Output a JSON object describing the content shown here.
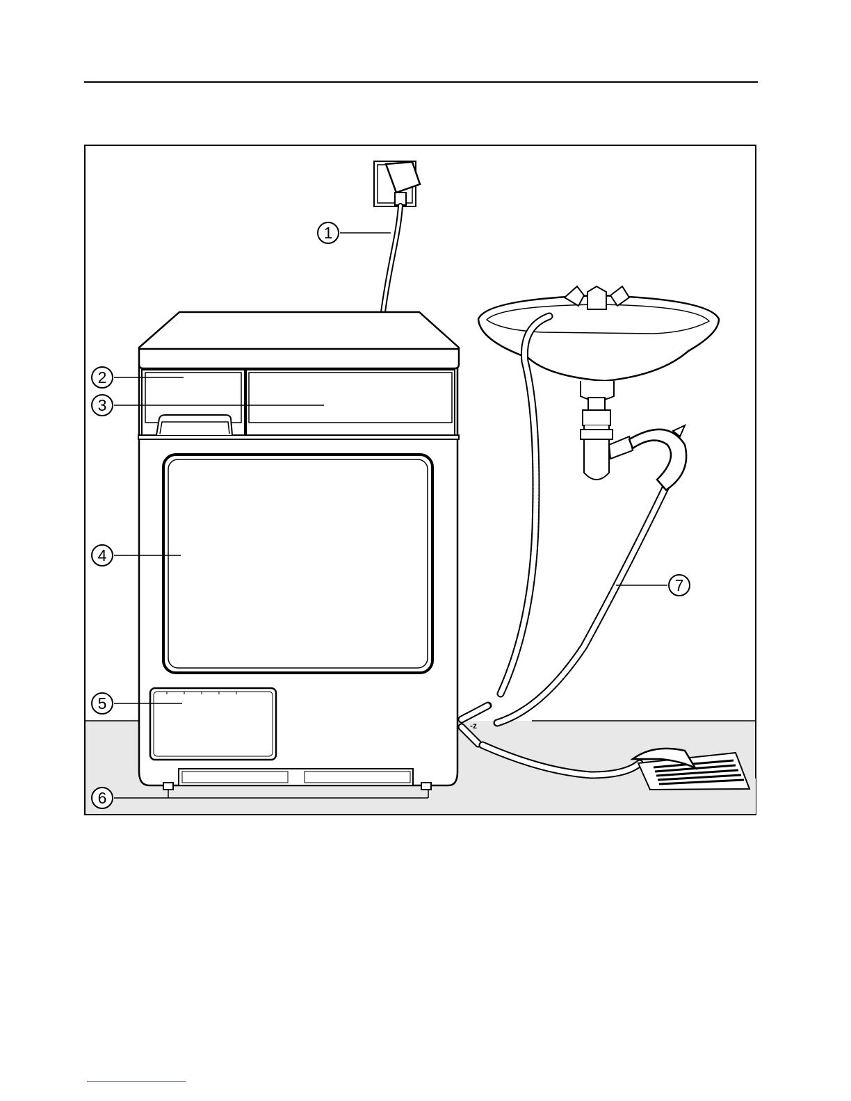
{
  "figure": {
    "callouts": [
      {
        "id": "1",
        "text": "1"
      },
      {
        "id": "2",
        "text": "2"
      },
      {
        "id": "3",
        "text": "3"
      },
      {
        "id": "4",
        "text": "4"
      },
      {
        "id": "5",
        "text": "5"
      },
      {
        "id": "6",
        "text": "6"
      },
      {
        "id": "7",
        "text": "7"
      }
    ],
    "colors": {
      "line": "#000000",
      "floor": "#e8e8e8",
      "background": "#ffffff",
      "footer_rule": "#3a3ad0"
    }
  }
}
